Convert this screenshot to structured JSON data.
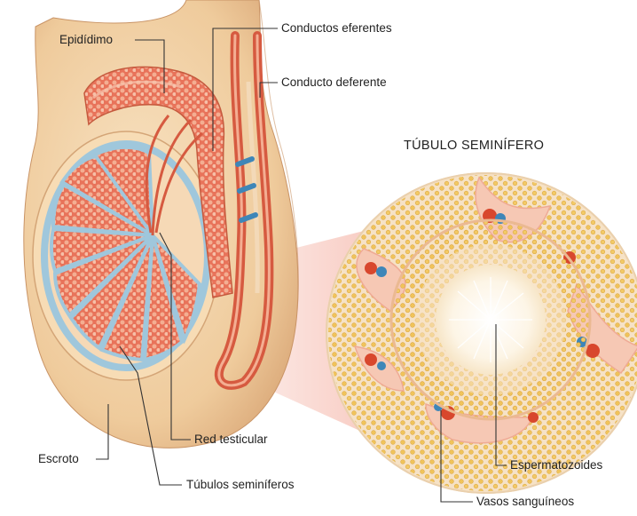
{
  "title": "TÚBULO SEMINÍFERO",
  "labels": {
    "epididimo": "Epidídimo",
    "conductos_eferentes": "Conductos eferentes",
    "conducto_deferente": "Conducto deferente",
    "red_testicular": "Red testicular",
    "escroto": "Escroto",
    "tubulos_seminiferos": "Túbulos seminíferos",
    "espermatozoides": "Espermatozoides",
    "vasos_sanguineos": "Vasos sanguíneos"
  },
  "colors": {
    "skin": "#f1d3a8",
    "skin_shadow": "#d9a676",
    "septa_blue": "#9fc7dc",
    "tubule_red": "#e8735a",
    "tubule_light": "#f4ae92",
    "duct_red": "#d65a40",
    "vessel_blue": "#3e86b8",
    "cell_yellow": "#f0c35a",
    "zoom_pink": "#f4a99a"
  }
}
